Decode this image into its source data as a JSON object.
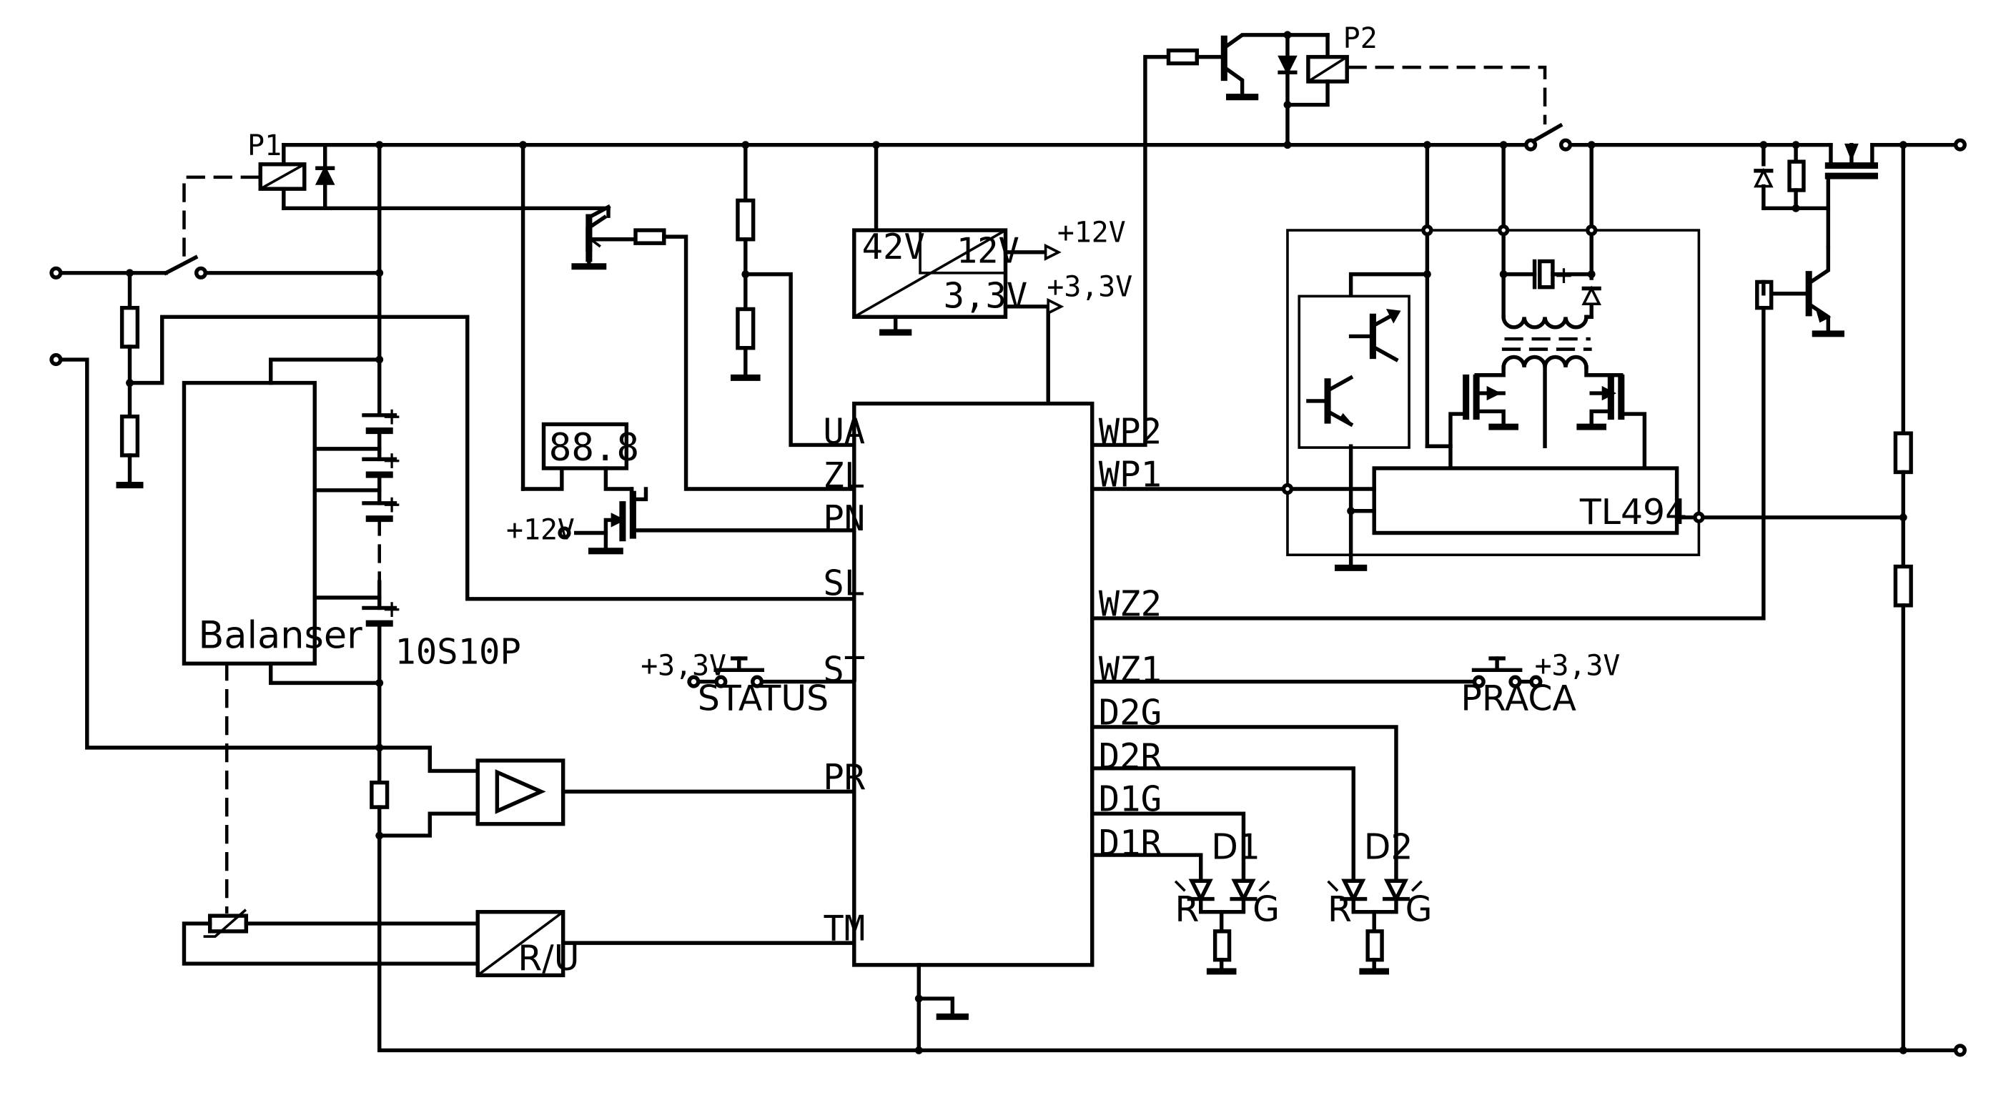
{
  "labels": {
    "relay1": "P1",
    "relay2": "P2",
    "converter_in": "42V",
    "converter_out12": "12V",
    "converter_out33": "3,3V",
    "supply12_top": "+12V",
    "supply33_top": "+3,3V",
    "supply12_left": "+12V",
    "supply33_status": "+3,3V",
    "supply33_praca": "+3,3V",
    "display_digits": "88.8",
    "balancer": "Balanser",
    "battery": "10S10P",
    "status_button": "STATUS",
    "praca_button": "PRACA",
    "tl494": "TL494",
    "ru_block": "R/U",
    "led1": "D1",
    "led2": "D2",
    "led1_red": "R",
    "led1_green": "G",
    "led2_red": "R",
    "led2_green": "G",
    "plus": "+"
  },
  "mcu_pins_left": [
    "UA",
    "ZL",
    "PN",
    "SL",
    "ST",
    "PR",
    "TM"
  ],
  "mcu_pins_right": [
    "WP2",
    "WP1",
    "WZ2",
    "WZ1",
    "D2G",
    "D2R",
    "D1G",
    "D1R"
  ]
}
